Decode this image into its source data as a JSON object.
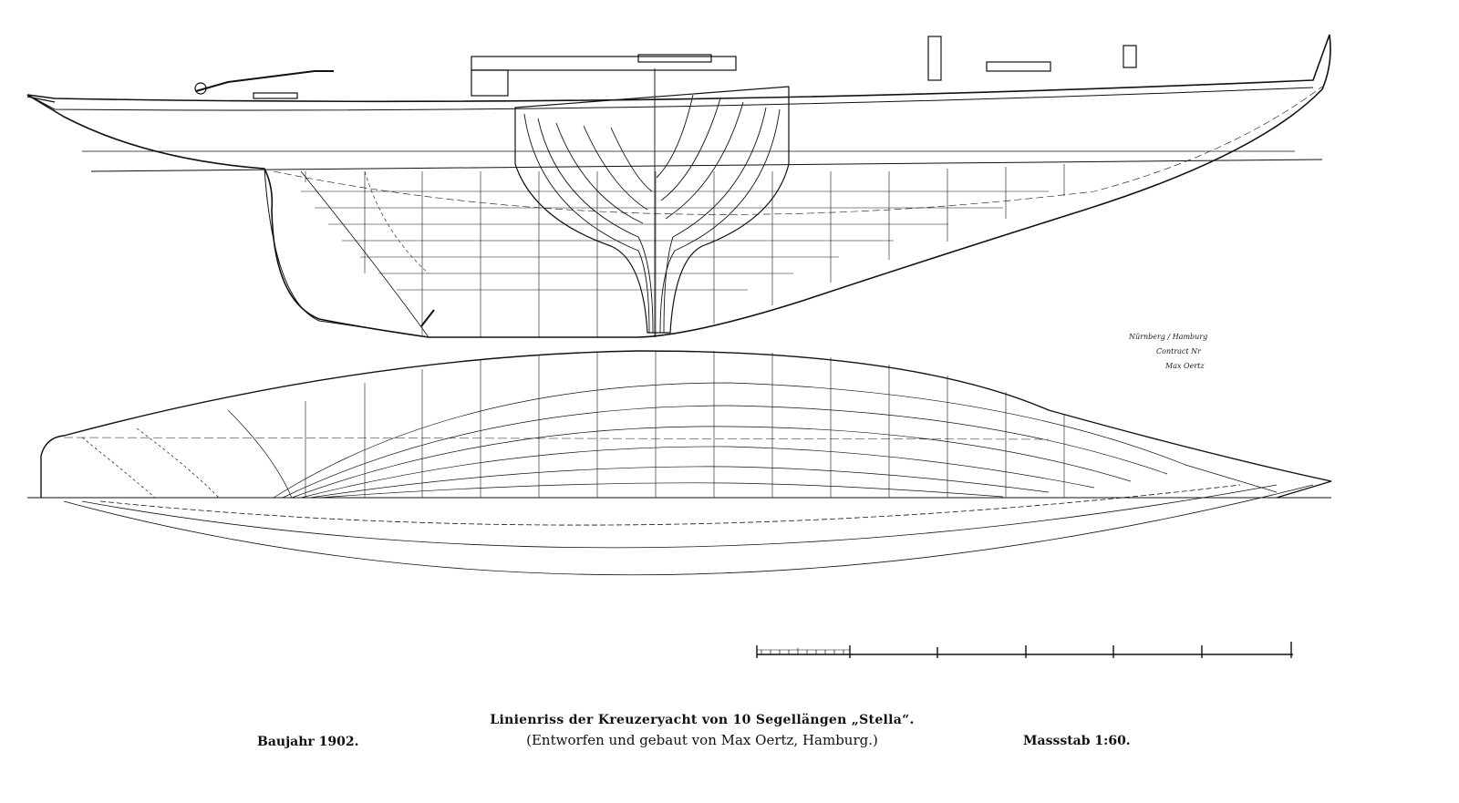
{
  "drawing": {
    "title": "Linienriss der Kreuzeryacht von 10 Segellängen „Stella“.",
    "subtitle": "(Entworfen und gebaut von Max Oertz, Hamburg.)",
    "year": "Baujahr 1902.",
    "scale": "Massstab 1:60.",
    "signature_lines": [
      "Nürnberg / Hamburg",
      "Contract Nr",
      "Max Oertz"
    ],
    "views": [
      "sheer-plan",
      "body-plan",
      "half-breadth-plan",
      "scale-bar"
    ]
  }
}
